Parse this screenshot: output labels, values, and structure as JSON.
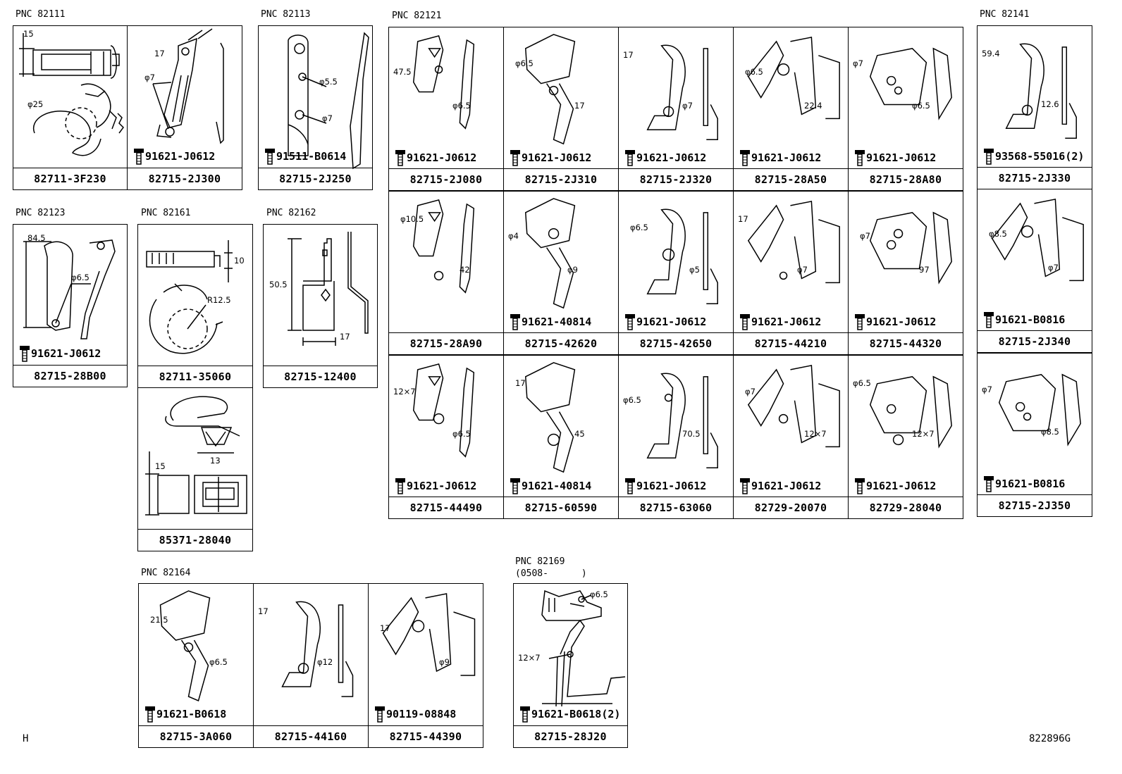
{
  "groups": [
    {
      "pnc": "PNC 82111",
      "cells": [
        {
          "part": "82711-3F230",
          "bolt": "",
          "dims": [
            "15",
            "φ25"
          ]
        },
        {
          "part": "82715-2J300",
          "bolt": "91621-J0612",
          "dims": [
            "17",
            "φ7"
          ]
        }
      ]
    },
    {
      "pnc": "PNC 82113",
      "cells": [
        {
          "part": "82715-2J250",
          "bolt": "91511-B0614",
          "dims": [
            "φ5.5",
            "φ7"
          ]
        }
      ]
    },
    {
      "pnc": "PNC 82121",
      "cells": [
        {
          "part": "82715-2J080",
          "bolt": "91621-J0612",
          "dims": [
            "47.5",
            "φ6.5"
          ]
        },
        {
          "part": "82715-2J310",
          "bolt": "91621-J0612",
          "dims": [
            "φ6.5",
            "17"
          ]
        },
        {
          "part": "82715-2J320",
          "bolt": "91621-J0612",
          "dims": [
            "17",
            "φ7"
          ]
        },
        {
          "part": "82715-28A50",
          "bolt": "91621-J0612",
          "dims": [
            "φ6.5",
            "22.4"
          ]
        },
        {
          "part": "82715-28A80",
          "bolt": "91621-J0612",
          "dims": [
            "φ7",
            "φ6.5"
          ]
        },
        {
          "part": "82715-28A90",
          "bolt": "",
          "dims": [
            "φ10.5",
            "42"
          ]
        },
        {
          "part": "82715-42620",
          "bolt": "91621-40814",
          "dims": [
            "φ4",
            "φ9"
          ]
        },
        {
          "part": "82715-42650",
          "bolt": "91621-J0612",
          "dims": [
            "φ6.5",
            "φ5"
          ]
        },
        {
          "part": "82715-44210",
          "bolt": "91621-J0612",
          "dims": [
            "17",
            "φ7"
          ]
        },
        {
          "part": "82715-44320",
          "bolt": "91621-J0612",
          "dims": [
            "φ7",
            "97"
          ]
        },
        {
          "part": "82715-44490",
          "bolt": "91621-J0612",
          "dims": [
            "12×7",
            "φ6.5"
          ]
        },
        {
          "part": "82715-60590",
          "bolt": "91621-40814",
          "dims": [
            "17",
            "45"
          ]
        },
        {
          "part": "82715-63060",
          "bolt": "91621-J0612",
          "dims": [
            "φ6.5",
            "70.5"
          ]
        },
        {
          "part": "82729-20070",
          "bolt": "91621-J0612",
          "dims": [
            "φ7",
            "12×7"
          ]
        },
        {
          "part": "82729-28040",
          "bolt": "91621-J0612",
          "dims": [
            "φ6.5",
            "12×7"
          ]
        }
      ]
    },
    {
      "pnc": "PNC 82141",
      "cells": [
        {
          "part": "82715-2J330",
          "bolt": "93568-55016(2)",
          "dims": [
            "59.4",
            "12.6"
          ]
        },
        {
          "part": "82715-2J340",
          "bolt": "91621-B0816",
          "dims": [
            "φ8.5",
            "φ7"
          ]
        },
        {
          "part": "82715-2J350",
          "bolt": "91621-B0816",
          "dims": [
            "φ7",
            "φ8.5"
          ]
        }
      ]
    },
    {
      "pnc": "PNC 82123",
      "cells": [
        {
          "part": "82715-28B00",
          "bolt": "91621-J0612",
          "dims": [
            "84.5",
            "φ6.5"
          ]
        }
      ]
    },
    {
      "pnc": "PNC 82161",
      "cells": [
        {
          "part": "82711-35060",
          "bolt": "",
          "dims": [
            "10",
            "R12.5"
          ]
        },
        {
          "part": "85371-28040",
          "bolt": "",
          "dims": [
            "13",
            "15"
          ]
        }
      ]
    },
    {
      "pnc": "PNC 82162",
      "cells": [
        {
          "part": "82715-12400",
          "bolt": "",
          "dims": [
            "50.5",
            "17"
          ]
        }
      ]
    },
    {
      "pnc": "PNC 82164",
      "cells": [
        {
          "part": "82715-3A060",
          "bolt": "91621-B0618",
          "dims": [
            "21.5",
            "φ6.5"
          ]
        },
        {
          "part": "82715-44160",
          "bolt": "",
          "dims": [
            "17",
            "φ12"
          ]
        },
        {
          "part": "82715-44390",
          "bolt": "90119-08848",
          "dims": [
            "17",
            "φ9"
          ]
        }
      ]
    },
    {
      "pnc": "PNC 82169",
      "pnc2": "(0508-      )",
      "cells": [
        {
          "part": "82715-28J20",
          "bolt": "91621-B0618(2)",
          "dims": [
            "φ6.5",
            "12×7"
          ]
        }
      ]
    }
  ],
  "footer": {
    "left": "H",
    "right": "822896G"
  }
}
